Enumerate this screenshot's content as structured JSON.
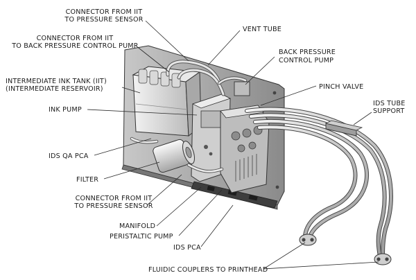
{
  "labels": {
    "connector_pressure_sensor_top_1": "CONNECTOR FROM IIT",
    "connector_pressure_sensor_top_2": "TO PRESSURE SENSOR",
    "connector_back_pressure_1": "CONNECTOR FROM IIT",
    "connector_back_pressure_2": "TO BACK PRESSURE CONTROL PUMP",
    "vent_tube": "VENT TUBE",
    "back_pressure_pump_1": "BACK PRESSURE",
    "back_pressure_pump_2": "CONTROL PUMP",
    "iit_1": "INTERMEDIATE INK TANK (IIT)",
    "iit_2": "(INTERMEDIATE RESERVOIR)",
    "pinch_valve": "PINCH  VALVE",
    "ids_tube_support_1": "IDS TUBE",
    "ids_tube_support_2": "SUPPORT",
    "ink_pump": "INK PUMP",
    "ids_qa_pca": "IDS QA PCA",
    "filter": "FILTER",
    "connector_pressure_sensor_bottom_1": "CONNECTOR FROM IIT",
    "connector_pressure_sensor_bottom_2": "TO PRESSURE SENSOR",
    "manifold": "MANIFOLD",
    "peristaltic_pump": "PERISTALTIC PUMP",
    "ids_pca": "IDS PCA",
    "fluidic_couplers": "FLUIDIC COUPLERS TO PRINTHEAD"
  }
}
